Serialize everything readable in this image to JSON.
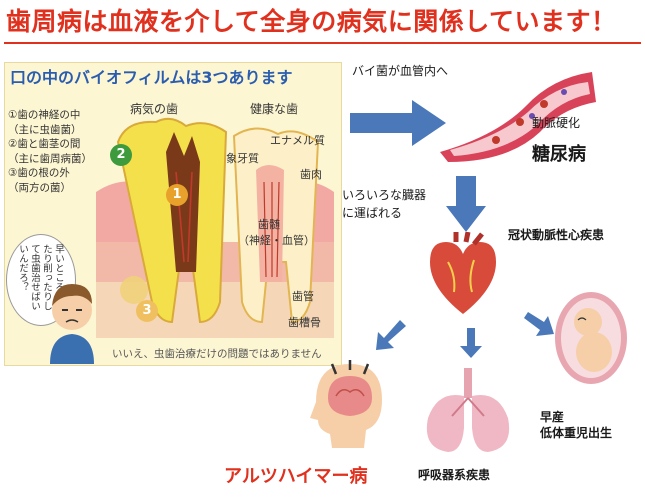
{
  "title": "歯周病は血液を介して全身の病気に関係しています！",
  "panel": {
    "heading": "口の中のバイオフィルムは3つあります",
    "legend": [
      "①歯の神経の中",
      "（主に虫歯菌）",
      "②歯と歯茎の間",
      "（主に歯周病菌）",
      "③歯の根の外",
      "（両方の菌）"
    ],
    "tooth_labels": {
      "diseased": "病気の歯",
      "healthy": "健康な歯",
      "enamel": "エナメル質",
      "dentin": "象牙質",
      "gum": "歯肉",
      "pulp": "歯髄",
      "pulp_sub": "（神経・血管）",
      "root_canal": "歯管",
      "alveolar_bone": "歯槽骨"
    },
    "numbers": [
      "1",
      "2",
      "3"
    ],
    "speech": "早いところ抜いたり削ったりして虫歯治せばいいんだろ？",
    "caption": "いいえ、虫歯治療だけの問題ではありません"
  },
  "flow": {
    "vessel_label": "バイ菌が血管内へ",
    "arteriosclerosis": "動脈硬化",
    "diabetes": "糖尿病",
    "carried": "いろいろな臓器に運ばれる",
    "carried_line1": "いろいろな臓器",
    "carried_line2": "に運ばれる",
    "coronary": "冠状動脈性心疾患",
    "preterm_line1": "早産",
    "preterm_line2": "低体重児出生",
    "alzheimers": "アルツハイマー病",
    "respiratory": "呼吸器系疾患"
  },
  "colors": {
    "title": "#e0301e",
    "arrow": "#4a78b8",
    "panel_heading": "#2a5db0",
    "panel_bg": "#fdf6d3"
  }
}
